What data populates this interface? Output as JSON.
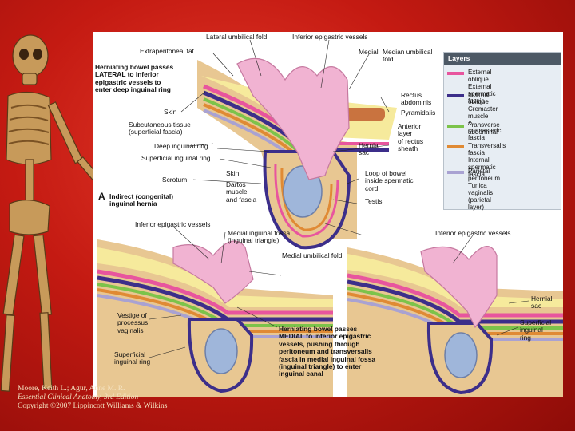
{
  "figure": {
    "labels_A": {
      "lateral_umbilical_fold": "Lateral umbilical fold",
      "inferior_epigastric_vessels": "Inferior epigastric vessels",
      "extraperitoneal_fat": "Extraperitoneal fat",
      "median_umbilical_fold": "Median umbilical fold",
      "medial_umbilical_fold": "Medial",
      "herniating_lateral": "Herniating bowel passes\nLATERAL to inferior\nepigastric vessels to\nenter deep inguinal ring",
      "skin": "Skin",
      "subcutaneous_tissue": "Subcutaneous tissue\n(superficial fascia)",
      "deep_inguinal_ring": "Deep inguinal ring",
      "superficial_inguinal_ring": "Superficial inguinal ring",
      "scrotum": "Scrotum",
      "skin_scrotal": "Skin",
      "dartos": "Dartos\nmuscle\nand fascia",
      "rectus_abdominis": "Rectus\nabdominis",
      "pyramidalis": "Pyramidalis",
      "anterior_layer": "Anterior\nlayer\nof rectus\nsheath",
      "hernial_sac": "Hernial\nsac",
      "loop_of_bowel": "Loop of bowel\ninside spermatic\ncord",
      "testis": "Testis",
      "panel_letter": "A",
      "panel_title": "Indirect (congenital)\ninguinal hernia"
    },
    "labels_B": {
      "inferior_epigastric_vessels": "Inferior epigastric vessels",
      "medial_inguinal_fossa": "Medial inguinal fossa\n(inguinal triangle)",
      "medial_umbilical_fold": "Medial umbilical fold",
      "vestige": "Vestige of\nprocessus\nvaginalis",
      "superficial_inguinal_ring": "Superficial\ninguinal ring",
      "herniating_medial": "Herniating bowel passes\nMEDIAL to inferior epigastric\nvessels, pushing through\nperitoneum and transversalis\nfascia in medial inguinal fossa\n(inguinal triangle) to enter\ninguinal canal"
    },
    "labels_C": {
      "inferior_epigastric_vessels": "Inferior epigastric vessels",
      "hernial_sac": "Hernial\nsac",
      "superficial_inguinal_ring": "Superficial\ninguinal\nring"
    },
    "legend": {
      "title": "Layers",
      "items": [
        {
          "color": "#e8559e",
          "text": "External oblique\nExternal spermatic fascia"
        },
        {
          "color": "#3c2e8a",
          "text": "Internal oblique\nCremaster muscle\n& cremasteric fascia"
        },
        {
          "color": "#7cc34a",
          "text": "Transverse abdominal"
        },
        {
          "color": "#e08a34",
          "text": "Transversalis fascia\nInternal spermatic fascia"
        },
        {
          "color": "#a9a2d2",
          "text": "Parietal peritoneum\nTunica vaginalis\n(parietal layer)"
        }
      ]
    }
  },
  "credit": {
    "line1": "Moore, Keith L.; Agur, Anne M. R.",
    "line2": "Essential Clinical Anatomy, 3rd Edition",
    "line3": "Copyright ©2007 Lippincott Williams & Wilkins"
  },
  "colors": {
    "background": "#c41a12",
    "panel": "#ffffff",
    "skin": "#e8c792",
    "fat": "#f6ea9c",
    "bowel": "#f1b3d2",
    "testis": "#9fb6da"
  }
}
